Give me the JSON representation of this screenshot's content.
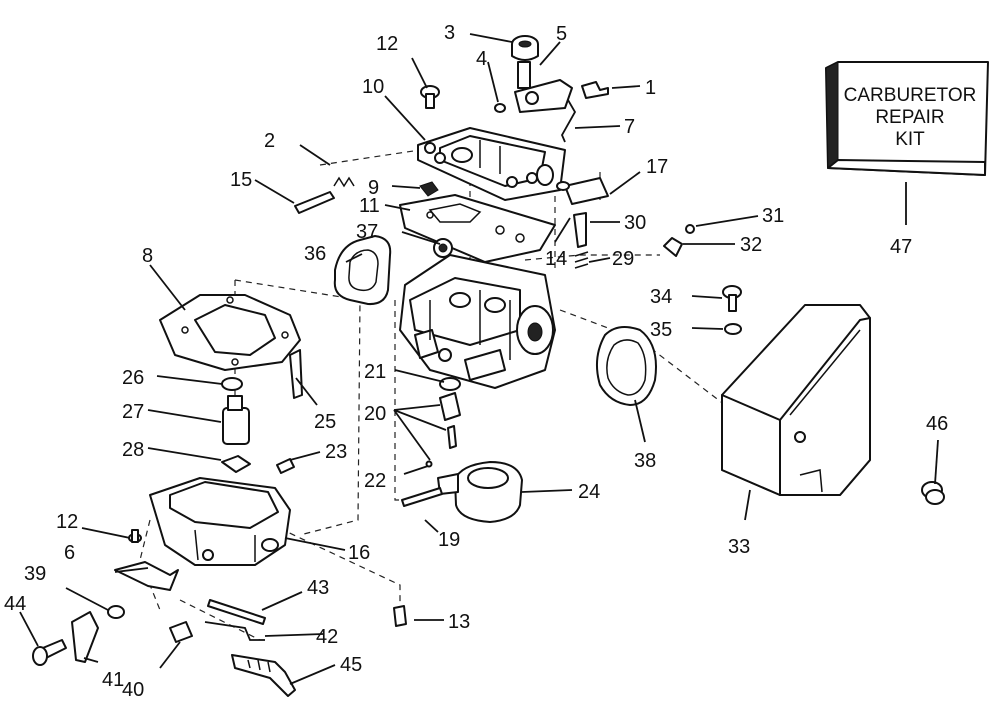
{
  "kit": {
    "line1": "CARBURETOR",
    "line2": "REPAIR",
    "line3": "KIT"
  },
  "labels": {
    "p1": "1",
    "p2": "2",
    "p3": "3",
    "p4": "4",
    "p5": "5",
    "p6": "6",
    "p7": "7",
    "p8": "8",
    "p9": "9",
    "p10": "10",
    "p11": "11",
    "p12": "12",
    "p12b": "12",
    "p13": "13",
    "p14": "14",
    "p15": "15",
    "p16": "16",
    "p17": "17",
    "p19": "19",
    "p20": "20",
    "p21": "21",
    "p22": "22",
    "p23": "23",
    "p24": "24",
    "p25": "25",
    "p26": "26",
    "p27": "27",
    "p28": "28",
    "p29": "29",
    "p30": "30",
    "p31": "31",
    "p32": "32",
    "p33": "33",
    "p34": "34",
    "p35": "35",
    "p36": "36",
    "p37": "37",
    "p38": "38",
    "p39": "39",
    "p40": "40",
    "p41": "41",
    "p42": "42",
    "p43": "43",
    "p44": "44",
    "p45": "45",
    "p46": "46",
    "p47": "47"
  }
}
